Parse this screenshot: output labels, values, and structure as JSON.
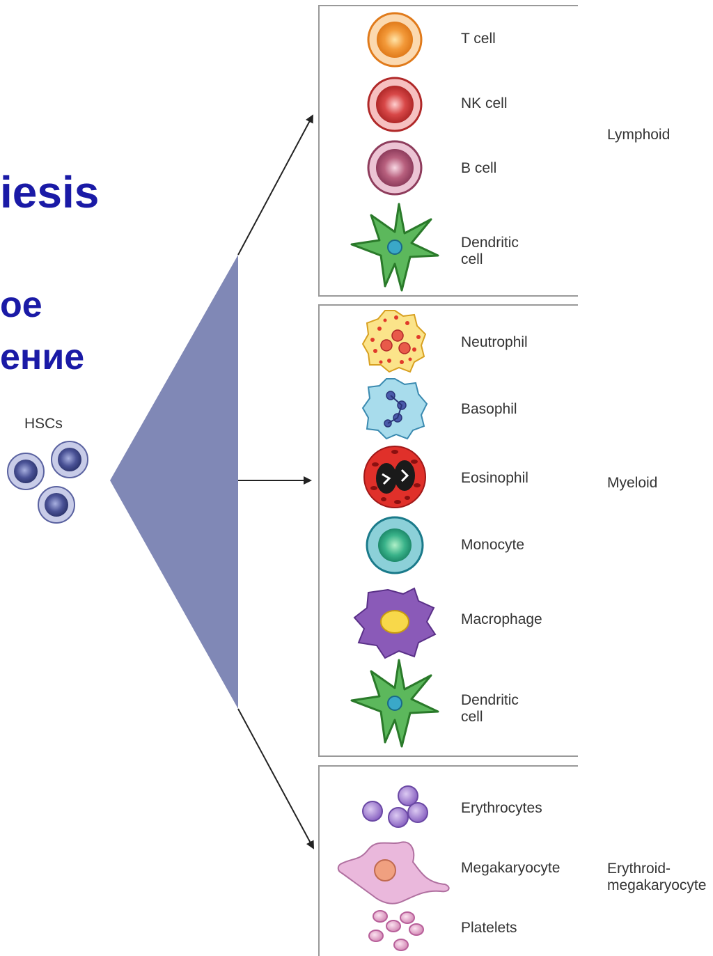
{
  "title_fragments": [
    "iesis",
    "ое",
    "ение"
  ],
  "hsc_label": "HSCs",
  "lineages": {
    "lymphoid": {
      "label": "Lymphoid",
      "cells": [
        "T cell",
        "NK cell",
        "B cell",
        [
          "Dendritic",
          "cell"
        ]
      ]
    },
    "myeloid": {
      "label": "Myeloid",
      "cells": [
        "Neutrophil",
        "Basophil",
        "Eosinophil",
        "Monocyte",
        "Macrophage",
        [
          "Dendritic",
          "cell"
        ]
      ]
    },
    "erythroid": {
      "label": [
        "Erythroid-",
        "megakaryocyte"
      ],
      "cells": [
        "Erythrocytes",
        "Megakaryocyte",
        "Platelets"
      ]
    }
  },
  "colors": {
    "title": "#1a1aa6",
    "fan": "#8088b6",
    "box_border": "#999999",
    "t_cell": "#f08a2a",
    "nk_cell": "#d84848",
    "b_cell": "#c06080",
    "dendritic": "#3a9a3a",
    "hsc": "#5a62a0"
  }
}
